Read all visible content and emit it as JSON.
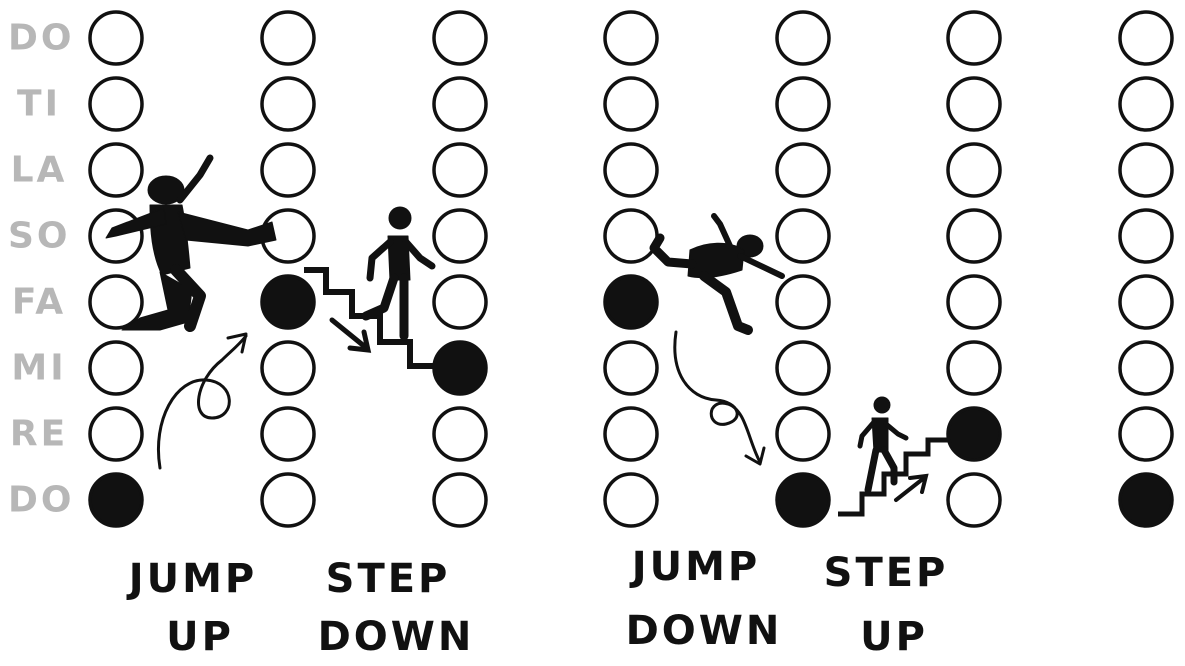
{
  "solfege_labels": [
    "DO",
    "TI",
    "LA",
    "SO",
    "FA",
    "MI",
    "RE",
    "DO"
  ],
  "columns": [
    {
      "filled": "DO"
    },
    {
      "filled": "FA"
    },
    {
      "filled": "MI"
    },
    {
      "filled": "FA"
    },
    {
      "filled": "DO"
    },
    {
      "filled": "RE"
    },
    {
      "filled": "DO"
    }
  ],
  "captions": {
    "jump_up": [
      "JUMP",
      "UP"
    ],
    "step_down": [
      "STEP",
      "DOWN"
    ],
    "jump_down": [
      "JUMP",
      "DOWN"
    ],
    "step_up": [
      "STEP",
      "UP"
    ]
  },
  "colors": {
    "ink": "#111111",
    "label_gray": "#b7b7b7",
    "paper": "#ffffff"
  },
  "icons": [
    "jumping-person-icon",
    "walking-person-icon",
    "falling-person-icon",
    "stairs-icon",
    "curly-arrow-icon",
    "straight-arrow-icon"
  ]
}
